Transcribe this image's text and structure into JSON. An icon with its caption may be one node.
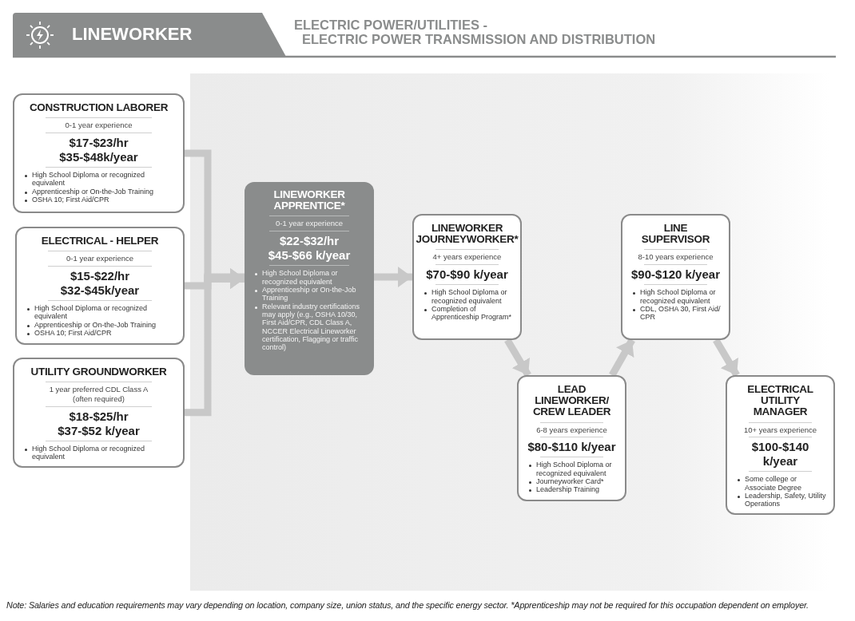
{
  "diagram": {
    "title": "LINEWORKER",
    "caption": "Note: Salaries and education requirements may vary depending on location, company size, union status, and the specific energy sector. *Apprenticeship may not be required for this occupation dependent on employer.",
    "labels": [
      "ELECTRIC POWER/UTILITIES -",
      "ELECTRIC POWER TRANSMISSION AND DISTRIBUTION"
    ],
    "nodes": [
      {
        "text": [
          "CONSTRUCTION LABORER",
          "0-1 year experience",
          "$17-$23/hr $35-$48k/year",
          "High School Diploma or recognized equivalent",
          "Apprenticeship or On-the-Job Training",
          "OSHA 10; First Aid/CPR"
        ]
      },
      {
        "text": [
          "ELECTRICAL - HELPER",
          "0-1 year experience",
          "$15-$22/hr $32-$45k/year",
          "High School Diploma or recognized equivalent",
          "Apprenticeship or On-the-Job Training",
          "OSHA 10; First Aid/CPR"
        ]
      },
      {
        "text": [
          "UTILITY GROUNDWORKER",
          "1 year preferred CDL Class A (often required)",
          "$18-$25/hr $37-$52 k/year",
          "High School Diploma or recognized equivalent"
        ]
      },
      {
        "text": [
          "LINEWORKER APPRENTICE*",
          "0-1 year experience",
          "$22-$32/hr $45-$66 k/year",
          "High School Diploma or recognized equivalent",
          "Apprenticeship or On-the-Job Training",
          "Relevant industry certifications may apply (e.g., OSHA 10/30, First Aid/CPR, CDL Class A, NCCER Electrical  Lineworker certification, Flagging or traffic control)"
        ]
      },
      {
        "text": [
          "LINEWORKER JOURNEYWORKER*",
          "4+ years experience",
          "$70-$90 k/year",
          "High School Diploma or recognized equivalent",
          "Completion of Apprenticeship Program*"
        ]
      },
      {
        "text": [
          "LEAD LINEWORKER/ CREW LEADER",
          "6-8 years experience",
          "$80-$110 k/year",
          "High School Diploma or recognized equivalent",
          "Journeyworker Card*",
          "Leadership Training"
        ]
      },
      {
        "text": [
          "LINE SUPERVISOR",
          "8-10 years experience",
          "$90-$120 k/year",
          "High School Diploma or recognized equivalent",
          "CDL, OSHA 30, First Aid/ CPR"
        ]
      },
      {
        "text": [
          "ELECTRICAL UTILITY MANAGER",
          "10+ years experience",
          "$100-$140 k/year",
          "Some college or Associate Degree",
          "Leadership, Safety, Utility Operations"
        ]
      }
    ],
    "edges": [
      {
        "from": 0,
        "to": 3,
        "arrow": "to"
      },
      {
        "from": 1,
        "to": 3,
        "arrow": "to"
      },
      {
        "from": 2,
        "to": 3,
        "arrow": "to"
      },
      {
        "from": 3,
        "to": 4,
        "arrow": "to"
      },
      {
        "from": 4,
        "to": 5,
        "arrow": "to"
      },
      {
        "from": 5,
        "to": 6,
        "arrow": "to"
      },
      {
        "from": 6,
        "to": 7,
        "arrow": "to"
      }
    ]
  }
}
